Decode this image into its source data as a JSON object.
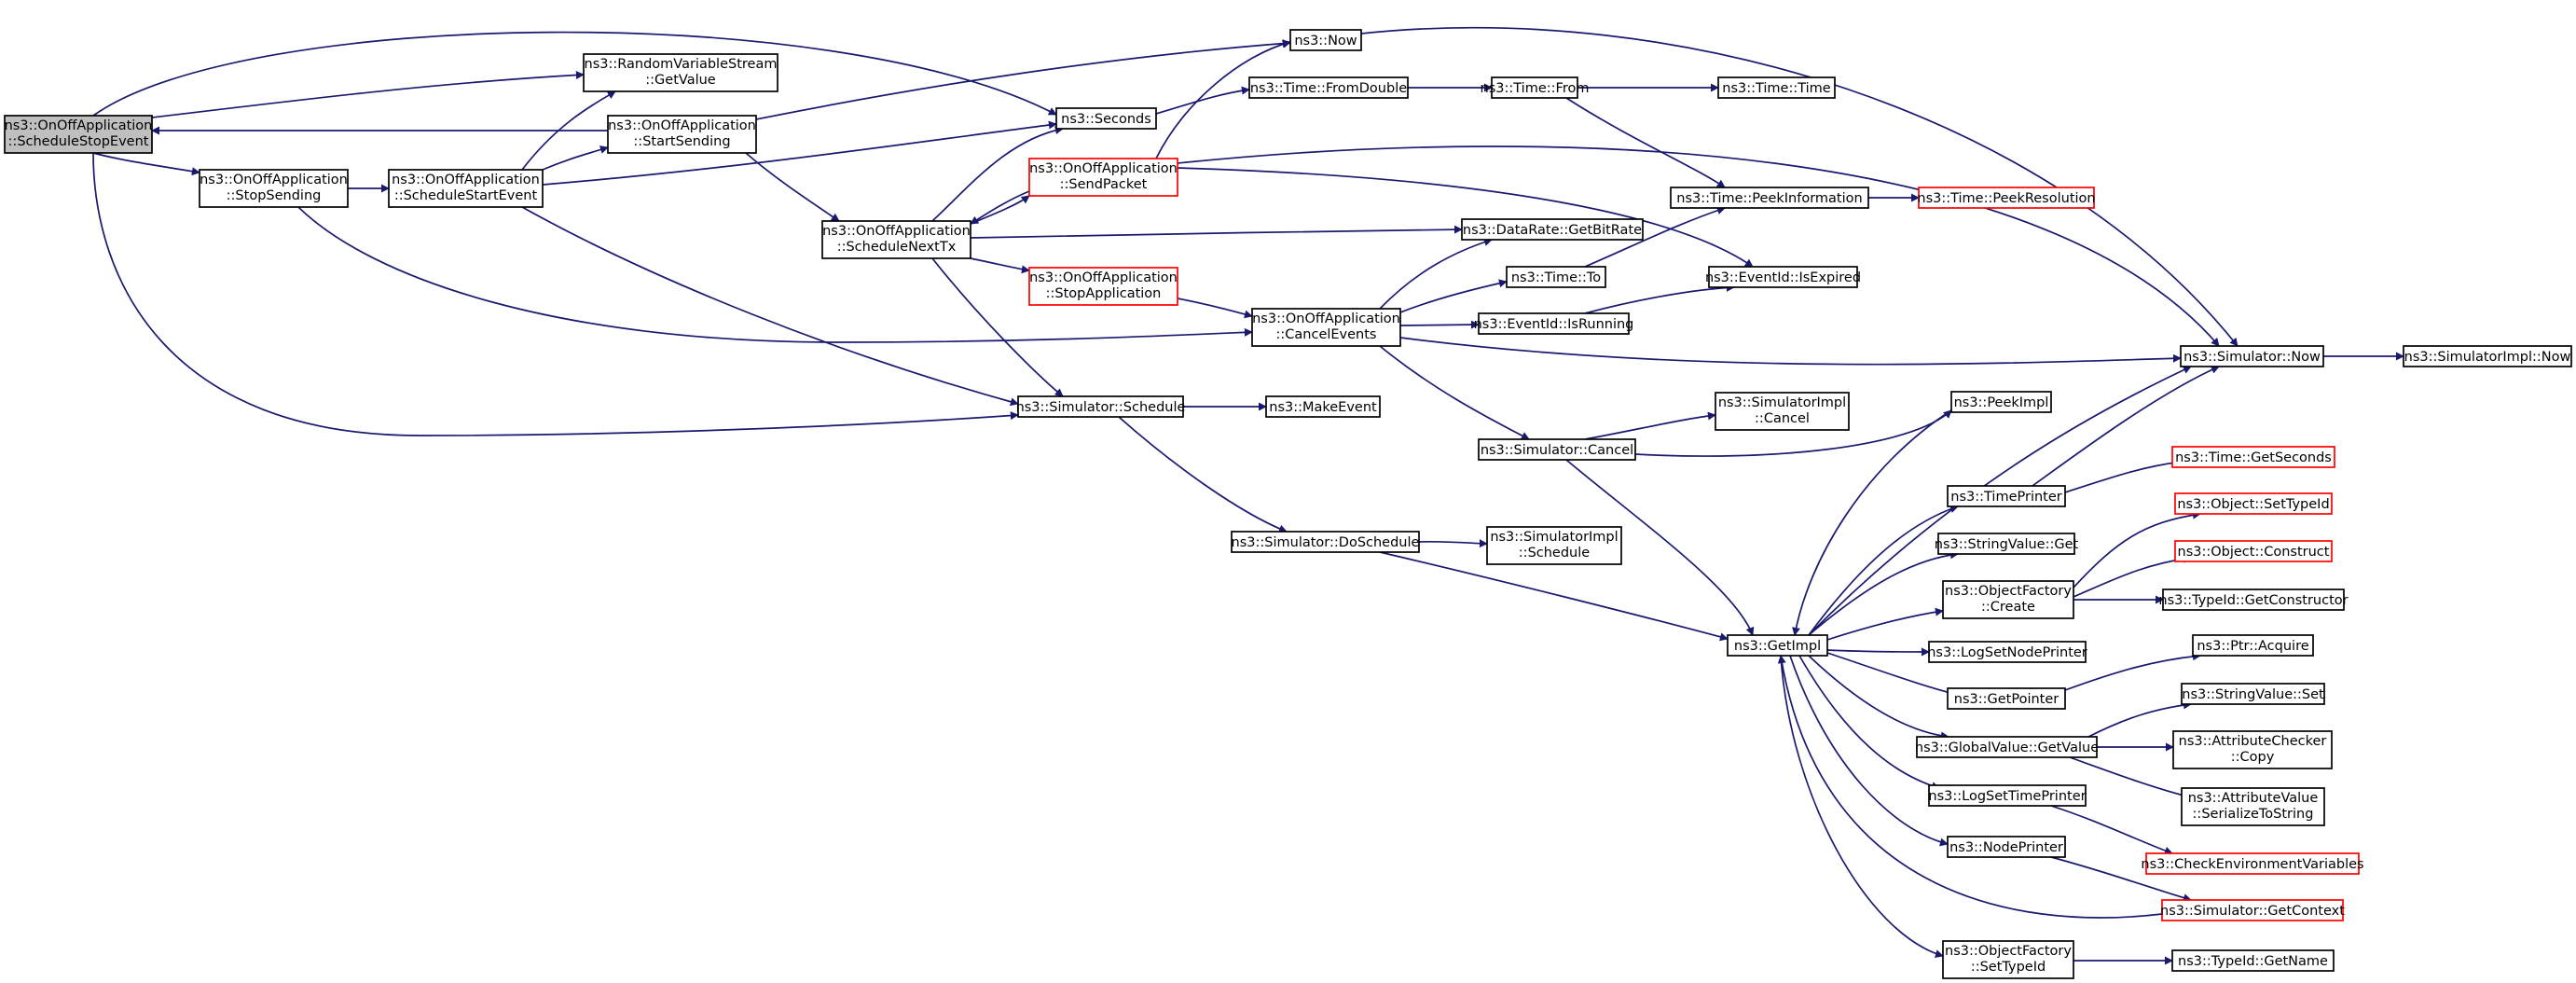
{
  "graph": {
    "edge_color": "#191970",
    "highlight_color": "#bfbfbf",
    "error_border_color": "#ff0000",
    "nodes": [
      {
        "id": "n0",
        "lines": [
          "ns3::OnOffApplication",
          "::ScheduleStopEvent"
        ],
        "style": "current"
      },
      {
        "id": "n1",
        "lines": [
          "ns3::Seconds"
        ]
      },
      {
        "id": "n2",
        "lines": [
          "ns3::OnOffApplication",
          "::StopSending"
        ]
      },
      {
        "id": "n3",
        "lines": [
          "ns3::Simulator::Schedule"
        ]
      },
      {
        "id": "n4",
        "lines": [
          "ns3::RandomVariableStream",
          "::GetValue"
        ]
      },
      {
        "id": "n5",
        "lines": [
          "ns3::OnOffApplication",
          "::StartSending"
        ]
      },
      {
        "id": "n6",
        "lines": [
          "ns3::OnOffApplication",
          "::ScheduleStartEvent"
        ]
      },
      {
        "id": "n7",
        "lines": [
          "ns3::Now"
        ]
      },
      {
        "id": "n8",
        "lines": [
          "ns3::OnOffApplication",
          "::ScheduleNextTx"
        ]
      },
      {
        "id": "n9",
        "lines": [
          "ns3::Time::FromDouble"
        ]
      },
      {
        "id": "n10",
        "lines": [
          "ns3::OnOffApplication",
          "::SendPacket"
        ],
        "style": "red"
      },
      {
        "id": "n11",
        "lines": [
          "ns3::DataRate::GetBitRate"
        ]
      },
      {
        "id": "n12",
        "lines": [
          "ns3::OnOffApplication",
          "::StopApplication"
        ],
        "style": "red"
      },
      {
        "id": "n13",
        "lines": [
          "ns3::OnOffApplication",
          "::CancelEvents"
        ]
      },
      {
        "id": "n14",
        "lines": [
          "ns3::Time::From"
        ]
      },
      {
        "id": "n15",
        "lines": [
          "ns3::Time::Time"
        ]
      },
      {
        "id": "n16",
        "lines": [
          "ns3::Time::PeekInformation"
        ]
      },
      {
        "id": "n17",
        "lines": [
          "ns3::Time::PeekResolution"
        ],
        "style": "red"
      },
      {
        "id": "n18",
        "lines": [
          "ns3::Time::To"
        ]
      },
      {
        "id": "n19",
        "lines": [
          "ns3::EventId::IsExpired"
        ]
      },
      {
        "id": "n20",
        "lines": [
          "ns3::EventId::IsRunning"
        ]
      },
      {
        "id": "n21",
        "lines": [
          "ns3::Simulator::Now"
        ]
      },
      {
        "id": "n22",
        "lines": [
          "ns3::SimulatorImpl::Now"
        ]
      },
      {
        "id": "n23",
        "lines": [
          "ns3::MakeEvent"
        ]
      },
      {
        "id": "n24",
        "lines": [
          "ns3::Simulator::Cancel"
        ]
      },
      {
        "id": "n25",
        "lines": [
          "ns3::SimulatorImpl",
          "::Cancel"
        ]
      },
      {
        "id": "n26",
        "lines": [
          "ns3::PeekImpl"
        ]
      },
      {
        "id": "n27",
        "lines": [
          "ns3::GetImpl"
        ]
      },
      {
        "id": "n28",
        "lines": [
          "ns3::Simulator::DoSchedule"
        ]
      },
      {
        "id": "n29",
        "lines": [
          "ns3::SimulatorImpl",
          "::Schedule"
        ]
      },
      {
        "id": "n30",
        "lines": [
          "ns3::TimePrinter"
        ]
      },
      {
        "id": "n31",
        "lines": [
          "ns3::Time::GetSeconds"
        ],
        "style": "red"
      },
      {
        "id": "n32",
        "lines": [
          "ns3::StringValue::Get"
        ]
      },
      {
        "id": "n33",
        "lines": [
          "ns3::ObjectFactory",
          "::Create"
        ]
      },
      {
        "id": "n34",
        "lines": [
          "ns3::Object::SetTypeId"
        ],
        "style": "red"
      },
      {
        "id": "n35",
        "lines": [
          "ns3::Object::Construct"
        ],
        "style": "red"
      },
      {
        "id": "n36",
        "lines": [
          "ns3::TypeId::GetConstructor"
        ]
      },
      {
        "id": "n37",
        "lines": [
          "ns3::LogSetNodePrinter"
        ]
      },
      {
        "id": "n38",
        "lines": [
          "ns3::GetPointer"
        ]
      },
      {
        "id": "n39",
        "lines": [
          "ns3::Ptr::Acquire"
        ]
      },
      {
        "id": "n40",
        "lines": [
          "ns3::GlobalValue::GetValue"
        ]
      },
      {
        "id": "n41",
        "lines": [
          "ns3::StringValue::Set"
        ]
      },
      {
        "id": "n42",
        "lines": [
          "ns3::AttributeChecker",
          "::Copy"
        ]
      },
      {
        "id": "n43",
        "lines": [
          "ns3::AttributeValue",
          "::SerializeToString"
        ]
      },
      {
        "id": "n44",
        "lines": [
          "ns3::LogSetTimePrinter"
        ]
      },
      {
        "id": "n45",
        "lines": [
          "ns3::CheckEnvironmentVariables"
        ],
        "style": "red"
      },
      {
        "id": "n46",
        "lines": [
          "ns3::NodePrinter"
        ]
      },
      {
        "id": "n47",
        "lines": [
          "ns3::Simulator::GetContext"
        ],
        "style": "red"
      },
      {
        "id": "n48",
        "lines": [
          "ns3::ObjectFactory",
          "::SetTypeId"
        ]
      },
      {
        "id": "n49",
        "lines": [
          "ns3::TypeId::GetName"
        ]
      }
    ],
    "edges": [
      [
        "n0",
        "n1"
      ],
      [
        "n0",
        "n2"
      ],
      [
        "n0",
        "n3"
      ],
      [
        "n0",
        "n4"
      ],
      [
        "n2",
        "n6"
      ],
      [
        "n2",
        "n13"
      ],
      [
        "n6",
        "n1"
      ],
      [
        "n6",
        "n3"
      ],
      [
        "n6",
        "n4"
      ],
      [
        "n6",
        "n5"
      ],
      [
        "n5",
        "n0"
      ],
      [
        "n5",
        "n7"
      ],
      [
        "n5",
        "n8"
      ],
      [
        "n7",
        "n21"
      ],
      [
        "n8",
        "n1"
      ],
      [
        "n8",
        "n3"
      ],
      [
        "n8",
        "n10"
      ],
      [
        "n8",
        "n11"
      ],
      [
        "n8",
        "n12"
      ],
      [
        "n1",
        "n9"
      ],
      [
        "n9",
        "n14"
      ],
      [
        "n14",
        "n15"
      ],
      [
        "n14",
        "n16"
      ],
      [
        "n16",
        "n17"
      ],
      [
        "n10",
        "n7"
      ],
      [
        "n10",
        "n8"
      ],
      [
        "n10",
        "n19"
      ],
      [
        "n10",
        "n21"
      ],
      [
        "n12",
        "n13"
      ],
      [
        "n13",
        "n11"
      ],
      [
        "n13",
        "n18"
      ],
      [
        "n13",
        "n20"
      ],
      [
        "n13",
        "n21"
      ],
      [
        "n13",
        "n24"
      ],
      [
        "n18",
        "n16"
      ],
      [
        "n20",
        "n19"
      ],
      [
        "n21",
        "n22"
      ],
      [
        "n3",
        "n23"
      ],
      [
        "n3",
        "n28"
      ],
      [
        "n24",
        "n25"
      ],
      [
        "n24",
        "n26"
      ],
      [
        "n24",
        "n27"
      ],
      [
        "n28",
        "n29"
      ],
      [
        "n28",
        "n27"
      ],
      [
        "n26",
        "n27"
      ],
      [
        "n27",
        "n21"
      ],
      [
        "n27",
        "n30"
      ],
      [
        "n27",
        "n32"
      ],
      [
        "n27",
        "n33"
      ],
      [
        "n27",
        "n37"
      ],
      [
        "n27",
        "n38"
      ],
      [
        "n27",
        "n40"
      ],
      [
        "n27",
        "n44"
      ],
      [
        "n27",
        "n46"
      ],
      [
        "n27",
        "n48"
      ],
      [
        "n30",
        "n21"
      ],
      [
        "n30",
        "n31"
      ],
      [
        "n33",
        "n34"
      ],
      [
        "n33",
        "n35"
      ],
      [
        "n33",
        "n36"
      ],
      [
        "n38",
        "n39"
      ],
      [
        "n40",
        "n41"
      ],
      [
        "n40",
        "n42"
      ],
      [
        "n40",
        "n43"
      ],
      [
        "n44",
        "n45"
      ],
      [
        "n46",
        "n47"
      ],
      [
        "n47",
        "n27"
      ],
      [
        "n48",
        "n49"
      ]
    ]
  }
}
